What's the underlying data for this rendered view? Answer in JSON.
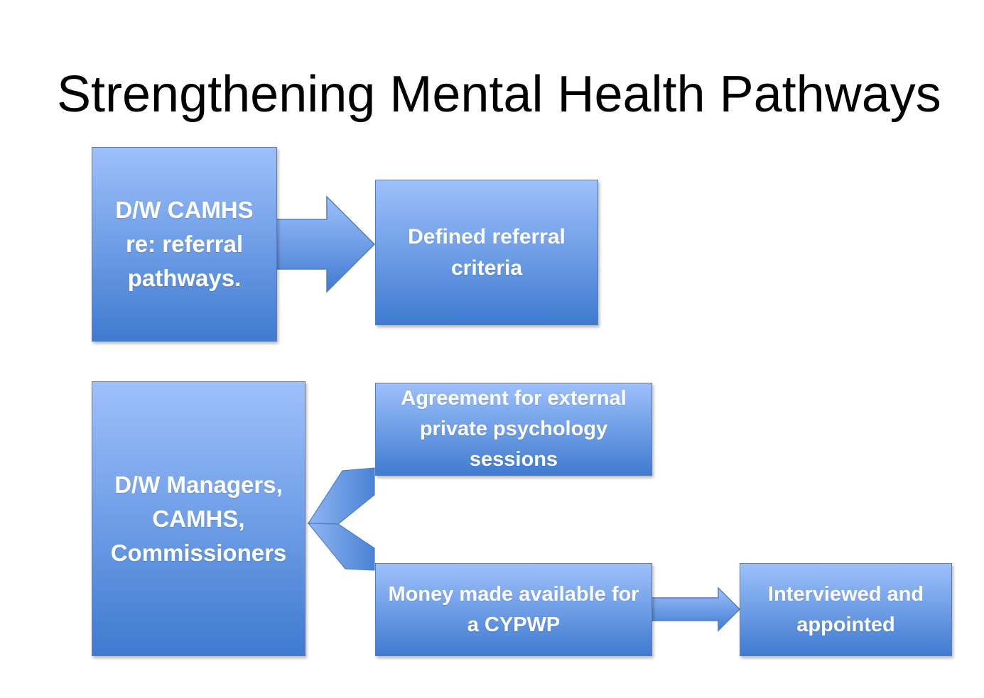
{
  "title": "Strengthening Mental Health Pathways",
  "colors": {
    "box_top": "#9ec0fb",
    "box_bottom": "#3f7bd0",
    "box_border": "#4f7fc3",
    "text": "#ffffff"
  },
  "nodes": {
    "dw_camhs": "D/W CAMHS re: referral pathways.",
    "defined_referral": "Defined referral criteria",
    "dw_managers": "D/W Managers, CAMHS, Commissioners",
    "agreement": "Agreement for external private psychology sessions",
    "money": "Money made available for a CYPWP",
    "interviewed": "Interviewed and appointed"
  }
}
